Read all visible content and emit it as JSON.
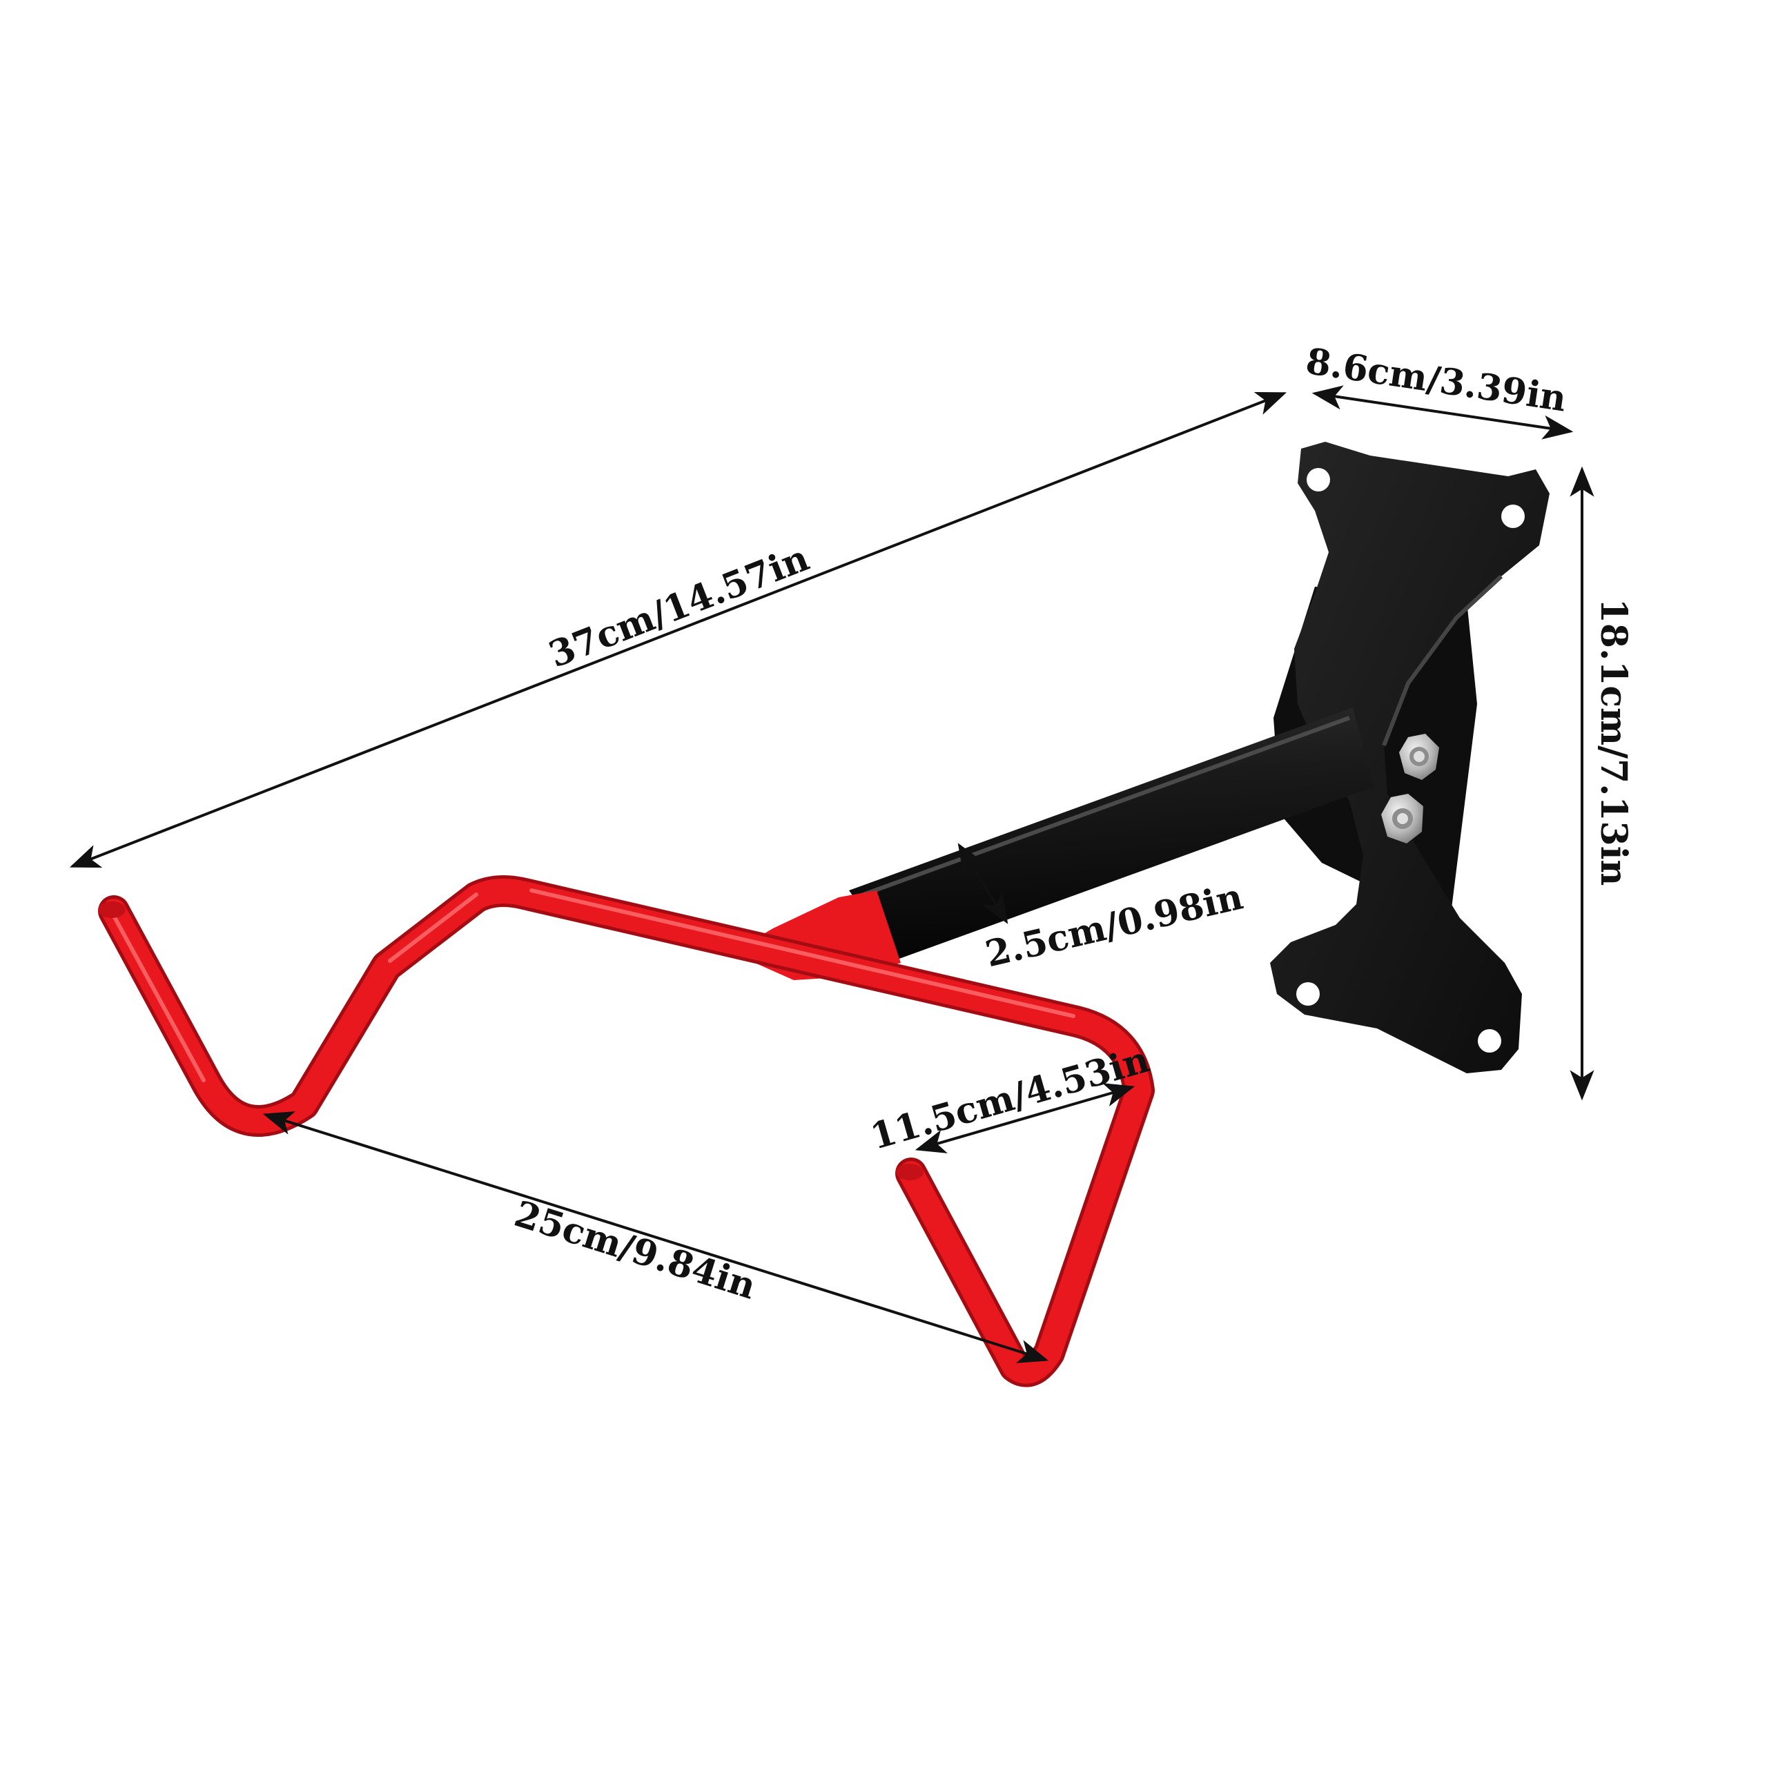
{
  "colors": {
    "background": "#ffffff",
    "hook_red": "#e8181e",
    "hook_red_dark": "#b50f14",
    "mount_black": "#151515",
    "mount_highlight": "#3a3a3a",
    "nut_silver": "#c8c8c8",
    "arrow": "#111111"
  },
  "dimensions": {
    "total_length": "37cm/14.57in",
    "plate_width": "8.6cm/3.39in",
    "plate_height": "18.1cm/7.13in",
    "tube_diameter": "2.5cm/0.98in",
    "hook_gap": "11.5cm/4.53in",
    "hook_span": "25cm/9.84in"
  }
}
